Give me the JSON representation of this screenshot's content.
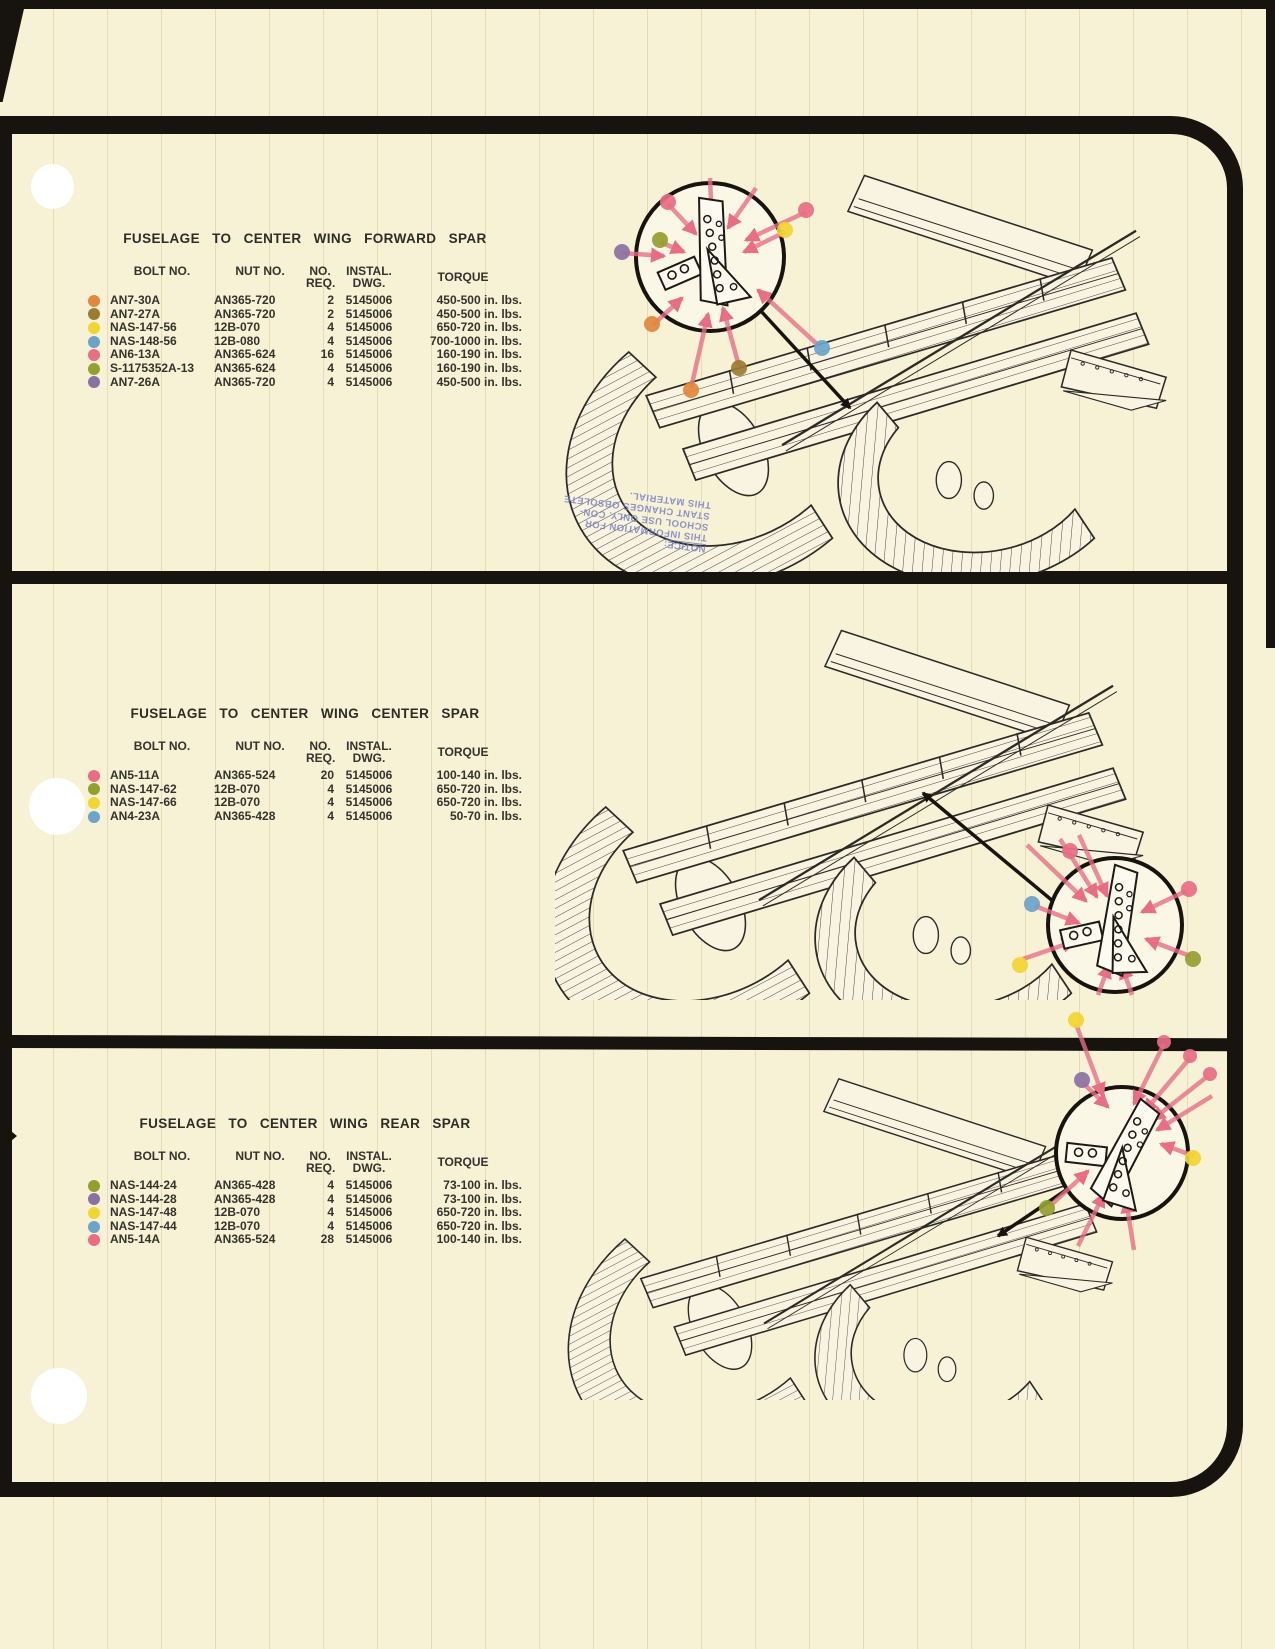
{
  "colors": {
    "orange": "#e2873b",
    "brown": "#9c7c33",
    "yellow": "#f1d530",
    "blue": "#6ba3c9",
    "pink": "#e86d85",
    "olive": "#93a030",
    "purple": "#8b71a3",
    "stamp": "#727cc0",
    "frame": "#17140f",
    "paper": "#f7f1d6"
  },
  "table_headers": {
    "bolt": "BOLT NO.",
    "nut": "NUT NO.",
    "req_l1": "NO.",
    "req_l2": "REQ.",
    "dwg_l1": "INSTAL.",
    "dwg_l2": "DWG.",
    "torque": "TORQUE"
  },
  "stamp": {
    "lines": [
      "NOTICE:",
      "THIS INFORMATION FOR",
      "SCHOOL USE ONLY. CON-",
      "STANT CHANGES OBSOLETE",
      "THIS MATERIAL."
    ]
  },
  "sections": [
    {
      "title": "FUSELAGE TO CENTER WING FORWARD SPAR",
      "rows": [
        {
          "dot": "orange",
          "bolt": "AN7-30A",
          "nut": "AN365-720",
          "req": "2",
          "dwg": "5145006",
          "torque": "450-500 in. lbs."
        },
        {
          "dot": "brown",
          "bolt": "AN7-27A",
          "nut": "AN365-720",
          "req": "2",
          "dwg": "5145006",
          "torque": "450-500 in. lbs."
        },
        {
          "dot": "yellow",
          "bolt": "NAS-147-56",
          "nut": "12B-070",
          "req": "4",
          "dwg": "5145006",
          "torque": "650-720 in. lbs."
        },
        {
          "dot": "blue",
          "bolt": "NAS-148-56",
          "nut": "12B-080",
          "req": "4",
          "dwg": "5145006",
          "torque": "700-1000 in. lbs."
        },
        {
          "dot": "pink",
          "bolt": "AN6-13A",
          "nut": "AN365-624",
          "req": "16",
          "dwg": "5145006",
          "torque": "160-190 in. lbs."
        },
        {
          "dot": "olive",
          "bolt": "S-1175352A-13",
          "nut": "AN365-624",
          "req": "4",
          "dwg": "5145006",
          "torque": "160-190 in. lbs."
        },
        {
          "dot": "purple",
          "bolt": "AN7-26A",
          "nut": "AN365-720",
          "req": "4",
          "dwg": "5145006",
          "torque": "450-500 in. lbs."
        }
      ]
    },
    {
      "title": "FUSELAGE TO CENTER WING CENTER SPAR",
      "rows": [
        {
          "dot": "pink",
          "bolt": "AN5-11A",
          "nut": "AN365-524",
          "req": "20",
          "dwg": "5145006",
          "torque": "100-140 in. lbs."
        },
        {
          "dot": "olive",
          "bolt": "NAS-147-62",
          "nut": "12B-070",
          "req": "4",
          "dwg": "5145006",
          "torque": "650-720 in. lbs."
        },
        {
          "dot": "yellow",
          "bolt": "NAS-147-66",
          "nut": "12B-070",
          "req": "4",
          "dwg": "5145006",
          "torque": "650-720 in. lbs."
        },
        {
          "dot": "blue",
          "bolt": "AN4-23A",
          "nut": "AN365-428",
          "req": "4",
          "dwg": "5145006",
          "torque": "50-70 in. lbs."
        }
      ]
    },
    {
      "title": "FUSELAGE TO CENTER WING REAR SPAR",
      "rows": [
        {
          "dot": "olive",
          "bolt": "NAS-144-24",
          "nut": "AN365-428",
          "req": "4",
          "dwg": "5145006",
          "torque": "73-100 in. lbs."
        },
        {
          "dot": "purple",
          "bolt": "NAS-144-28",
          "nut": "AN365-428",
          "req": "4",
          "dwg": "5145006",
          "torque": "73-100 in. lbs."
        },
        {
          "dot": "yellow",
          "bolt": "NAS-147-48",
          "nut": "12B-070",
          "req": "4",
          "dwg": "5145006",
          "torque": "650-720 in. lbs."
        },
        {
          "dot": "blue",
          "bolt": "NAS-147-44",
          "nut": "12B-070",
          "req": "4",
          "dwg": "5145006",
          "torque": "650-720 in. lbs."
        },
        {
          "dot": "pink",
          "bolt": "AN5-14A",
          "nut": "AN365-524",
          "req": "28",
          "dwg": "5145006",
          "torque": "100-140 in. lbs."
        }
      ]
    }
  ]
}
